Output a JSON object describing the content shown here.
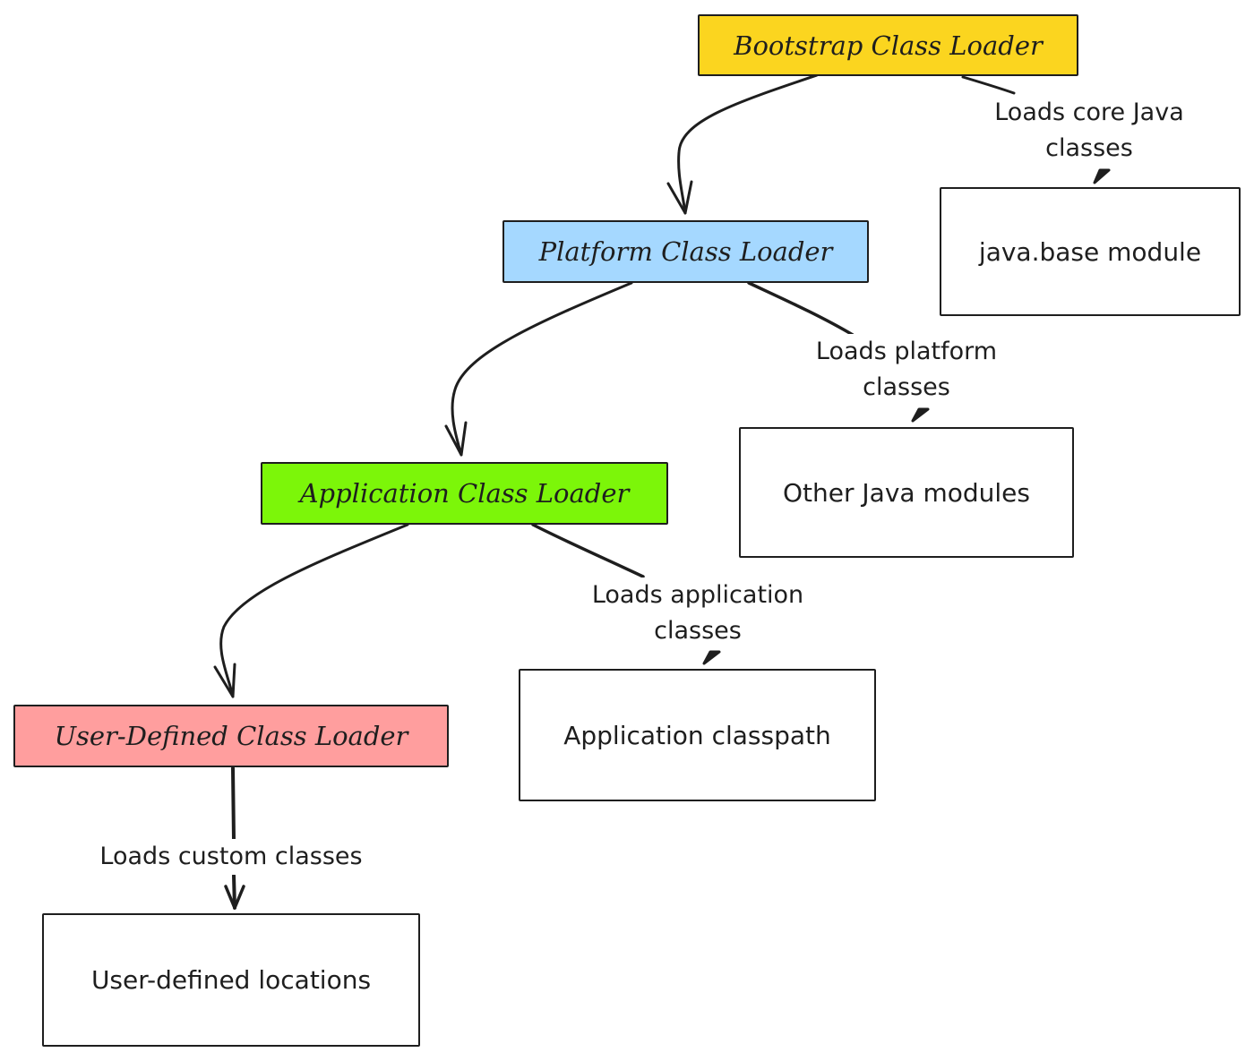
{
  "colors": {
    "bootstrap": "#fbd51f",
    "platform": "#a5d8ff",
    "application": "#7cf609",
    "user_defined": "#ff9e9e",
    "location": "#ffffff",
    "stroke": "#1e1e1e"
  },
  "loaders": {
    "bootstrap": "Bootstrap Class Loader",
    "platform": "Platform Class Loader",
    "application": "Application Class Loader",
    "user_defined": "User-Defined Class Loader"
  },
  "locations": {
    "java_base": "java.base module",
    "other_modules": "Other Java modules",
    "app_classpath": "Application classpath",
    "user_locations": "User-defined locations"
  },
  "edge_labels": {
    "core": "Loads core Java classes",
    "platform": "Loads platform classes",
    "application": "Loads application classes",
    "custom": "Loads custom classes"
  }
}
